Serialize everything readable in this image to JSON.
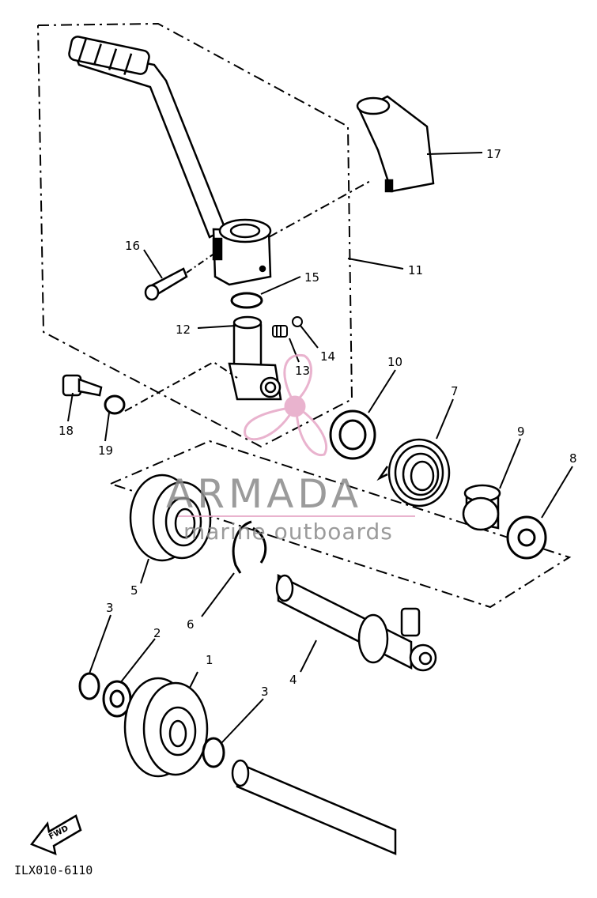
{
  "diagram": {
    "callouts": {
      "c1": "1",
      "c2": "2",
      "c3a": "3",
      "c3b": "3",
      "c4": "4",
      "c5": "5",
      "c6": "6",
      "c7": "7",
      "c8": "8",
      "c9": "9",
      "c10": "10",
      "c11": "11",
      "c12": "12",
      "c13": "13",
      "c14": "14",
      "c15": "15",
      "c16": "16",
      "c17": "17",
      "c18": "18",
      "c19": "19"
    },
    "drawing_code": "ILX010-6110",
    "fwd_label": "FWD"
  },
  "watermark": {
    "brand": "ARMADA",
    "tagline": "marine outboards",
    "color": "#e6a6c6"
  }
}
